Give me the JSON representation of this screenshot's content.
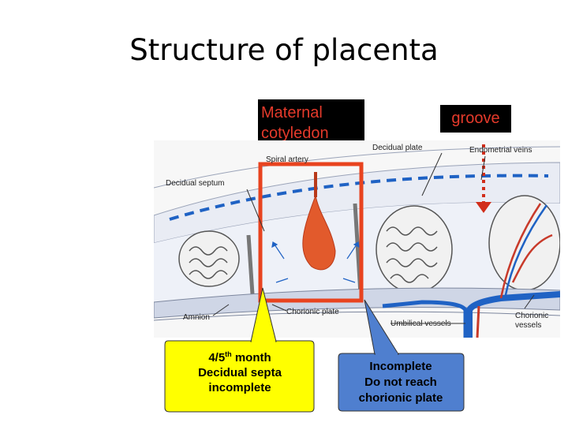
{
  "title": "Structure of placenta",
  "maternal_label": "Maternal\ncotyledon",
  "groove_label": "groove",
  "diagram_labels": {
    "decidual_plate": "Decidual plate",
    "endometrial_veins": "Endometrial veins",
    "spiral_artery": "Spiral artery",
    "decidual_septum": "Decidual septum",
    "amnion": "Amnion",
    "chorionic_plate": "Chorionic plate",
    "umbilical_vessels": "Umbilical vessels",
    "chorionic_vessels": "Chorionic\nvessels"
  },
  "callout_yellow": {
    "line1_prefix": "4/5",
    "line1_sup": "th",
    "line1_suffix": " month",
    "line2": "Decidual septa",
    "line3": "incomplete"
  },
  "callout_blue": {
    "line1": "Incomplete",
    "line2": "Do not reach",
    "line3": "chorionic plate"
  },
  "colors": {
    "title_text": "#000000",
    "black_box_text": "#e53a2b",
    "highlight_frame": "#e8431f",
    "yellow_callout": "#ffff00",
    "blue_callout": "#4f7fcf",
    "maternal_blood": "#e25a2c",
    "vessels_blue": "#1f62c4"
  }
}
